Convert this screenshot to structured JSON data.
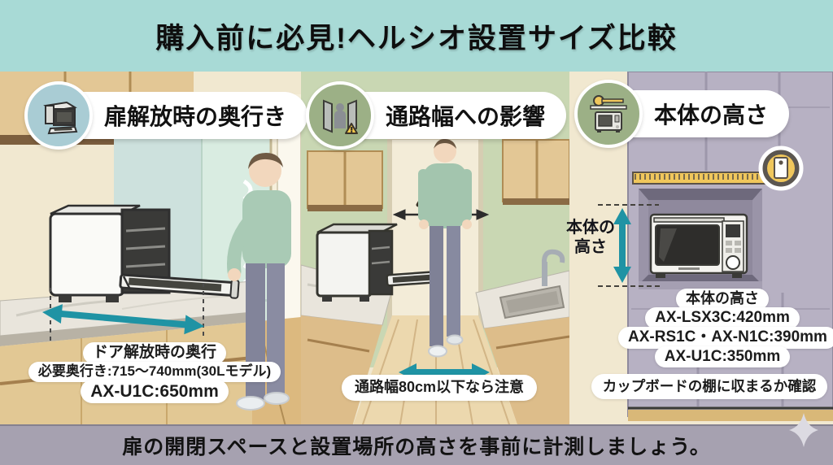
{
  "header": {
    "title": "購入前に必見!ヘルシオ設置サイズ比較"
  },
  "panels": [
    {
      "id": "door-open-depth",
      "label": "扉解放時の奥行き",
      "icon": "open-oven-icon",
      "callout": {
        "line1": "ドア解放時の奥行",
        "line2": "必要奥行き:715〜740mm(30Lモデル)",
        "line3": "AX-U1C:650mm"
      }
    },
    {
      "id": "aisle-width-impact",
      "label": "通路幅への影響",
      "icon": "doorway-person-warning-icon",
      "callout": {
        "line1": "通路幅80cm以下なら注意"
      }
    },
    {
      "id": "body-height",
      "label": "本体の高さ",
      "icon": "microwave-measuring-tape-icon",
      "measure_label": {
        "line1": "本体の",
        "line2": "高さ"
      },
      "callout": {
        "line1": "本体の高さ",
        "line2": "AX-LSX3C:420mm",
        "line3": "AX-RS1C・AX-N1C:390mm",
        "line4": "AX-U1C:350mm"
      },
      "note": "カップボードの棚に収まるか確認"
    }
  ],
  "footer": {
    "message": "扉の開閉スペースと設置場所の高さを事前に計測しましょう。"
  },
  "colors": {
    "top_banner": "#a8dad6",
    "bottom_banner": "#a6a1b0",
    "background_cream": "#f1e8d0",
    "accent_teal": "#1f93a4",
    "warning_yellow": "#f3c84b",
    "cupboard_lavender": "#b7b1c3",
    "wall_sage": "#c9d7b3",
    "callout_white": "#ffffff"
  }
}
